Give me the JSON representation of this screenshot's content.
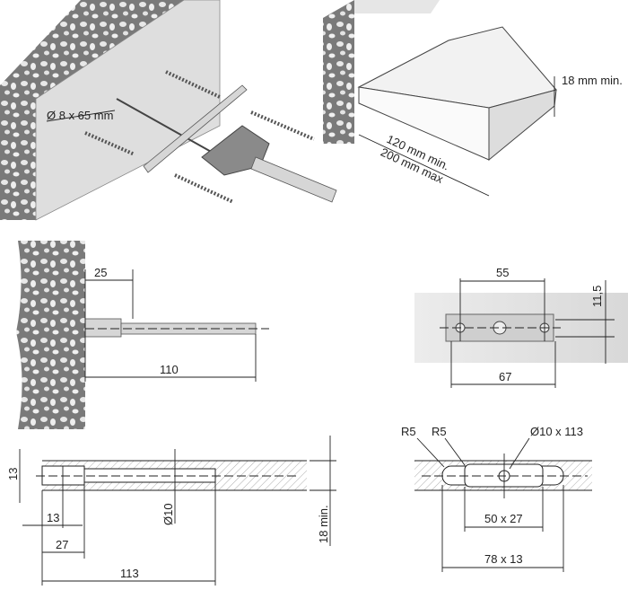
{
  "top_left": {
    "drill_label": "Ø 8 x 65 mm"
  },
  "top_right": {
    "thickness_label": "18 mm min.",
    "depth_min_label": "120 mm min.",
    "depth_max_label": "200 mm max"
  },
  "side_view": {
    "offset_label": "25",
    "length_label": "110"
  },
  "plate_view": {
    "hole_spacing_label": "55",
    "plate_width_label": "67",
    "height_label": "11,5"
  },
  "section_left": {
    "bore_dia_label": "13",
    "bore_depth_label": "13",
    "counter_depth_label": "27",
    "total_label": "113",
    "pin_dia_label": "Ø10",
    "min_thickness_label": "18 min."
  },
  "section_right": {
    "radius1_label": "R5",
    "radius2_label": "R5",
    "hole_label": "Ø10 x 113",
    "slot_inner_label": "50 x 27",
    "slot_outer_label": "78 x 13"
  }
}
